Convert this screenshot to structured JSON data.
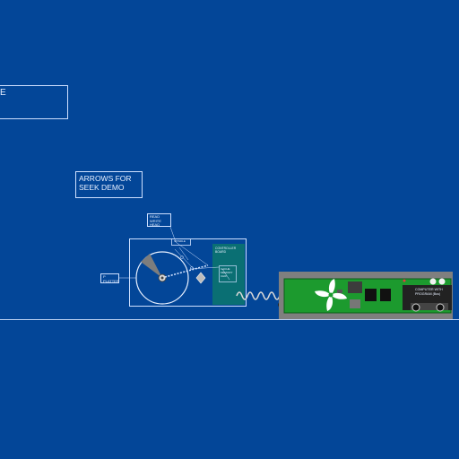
{
  "title_box": {
    "text": "E"
  },
  "seek_demo": {
    "line1": "ARROWS FOR",
    "line2": "SEEK DEMO"
  },
  "rw_head_label": {
    "l1": "READ",
    "l2": "WRITE",
    "l3": "HEAD"
  },
  "platter_label": {
    "l1": "P",
    "l2": "PLATTER"
  },
  "top_small_label": {
    "text": "SPINDLE"
  },
  "controller_label": {
    "l1": "CONTROLLER",
    "l2": "BOARD"
  },
  "cache_label": {
    "l1": "CACHE",
    "l2": "MEMORY",
    "l3": "CHIP"
  },
  "computer_label": {
    "l1": "COMPUTER WITH",
    "l2": "PROGRAM (Bus)"
  },
  "colors": {
    "background": "#034698",
    "outline": "#cfe0ff",
    "board_green": "#1c9a2e",
    "case_gray": "#7f7f7f",
    "controller_teal": "#0a6f73"
  }
}
